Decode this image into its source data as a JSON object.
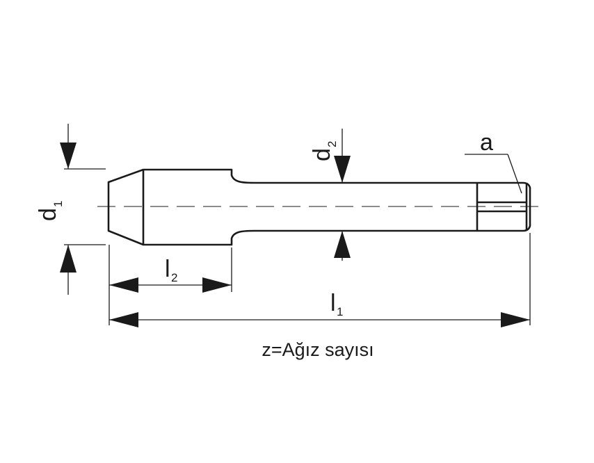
{
  "labels": {
    "d1_main": "d",
    "d1_sub": "1",
    "d2_main": "d",
    "d2_sub": "2",
    "l1_main": "l",
    "l1_sub": "1",
    "l2_main": "l",
    "l2_sub": "2",
    "a": "a",
    "caption": "z=Ağız sayısı"
  }
}
